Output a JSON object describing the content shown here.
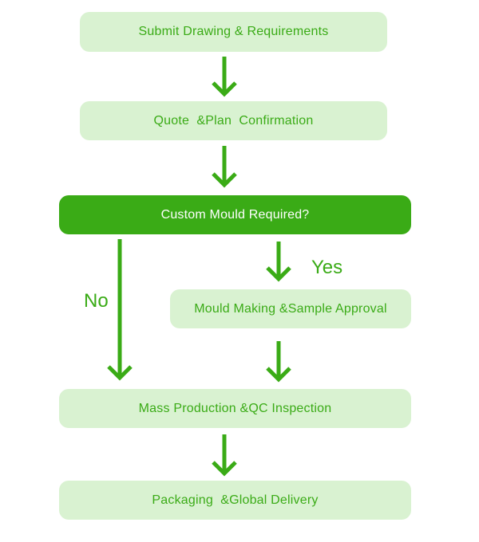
{
  "flow": {
    "steps": {
      "submit": "Submit Drawing & Requirements",
      "quote": "Quote  &Plan  Confirmation",
      "decision": "Custom Mould Required?",
      "mould": "Mould Making &Sample Approval",
      "mass": "Mass Production &QC Inspection",
      "packaging": "Packaging  &Global Delivery"
    },
    "branches": {
      "yes": "Yes",
      "no": "No"
    }
  },
  "colors": {
    "accent": "#3aab16",
    "box_fill": "#d9f2d1",
    "decision_text": "#ffffff"
  }
}
